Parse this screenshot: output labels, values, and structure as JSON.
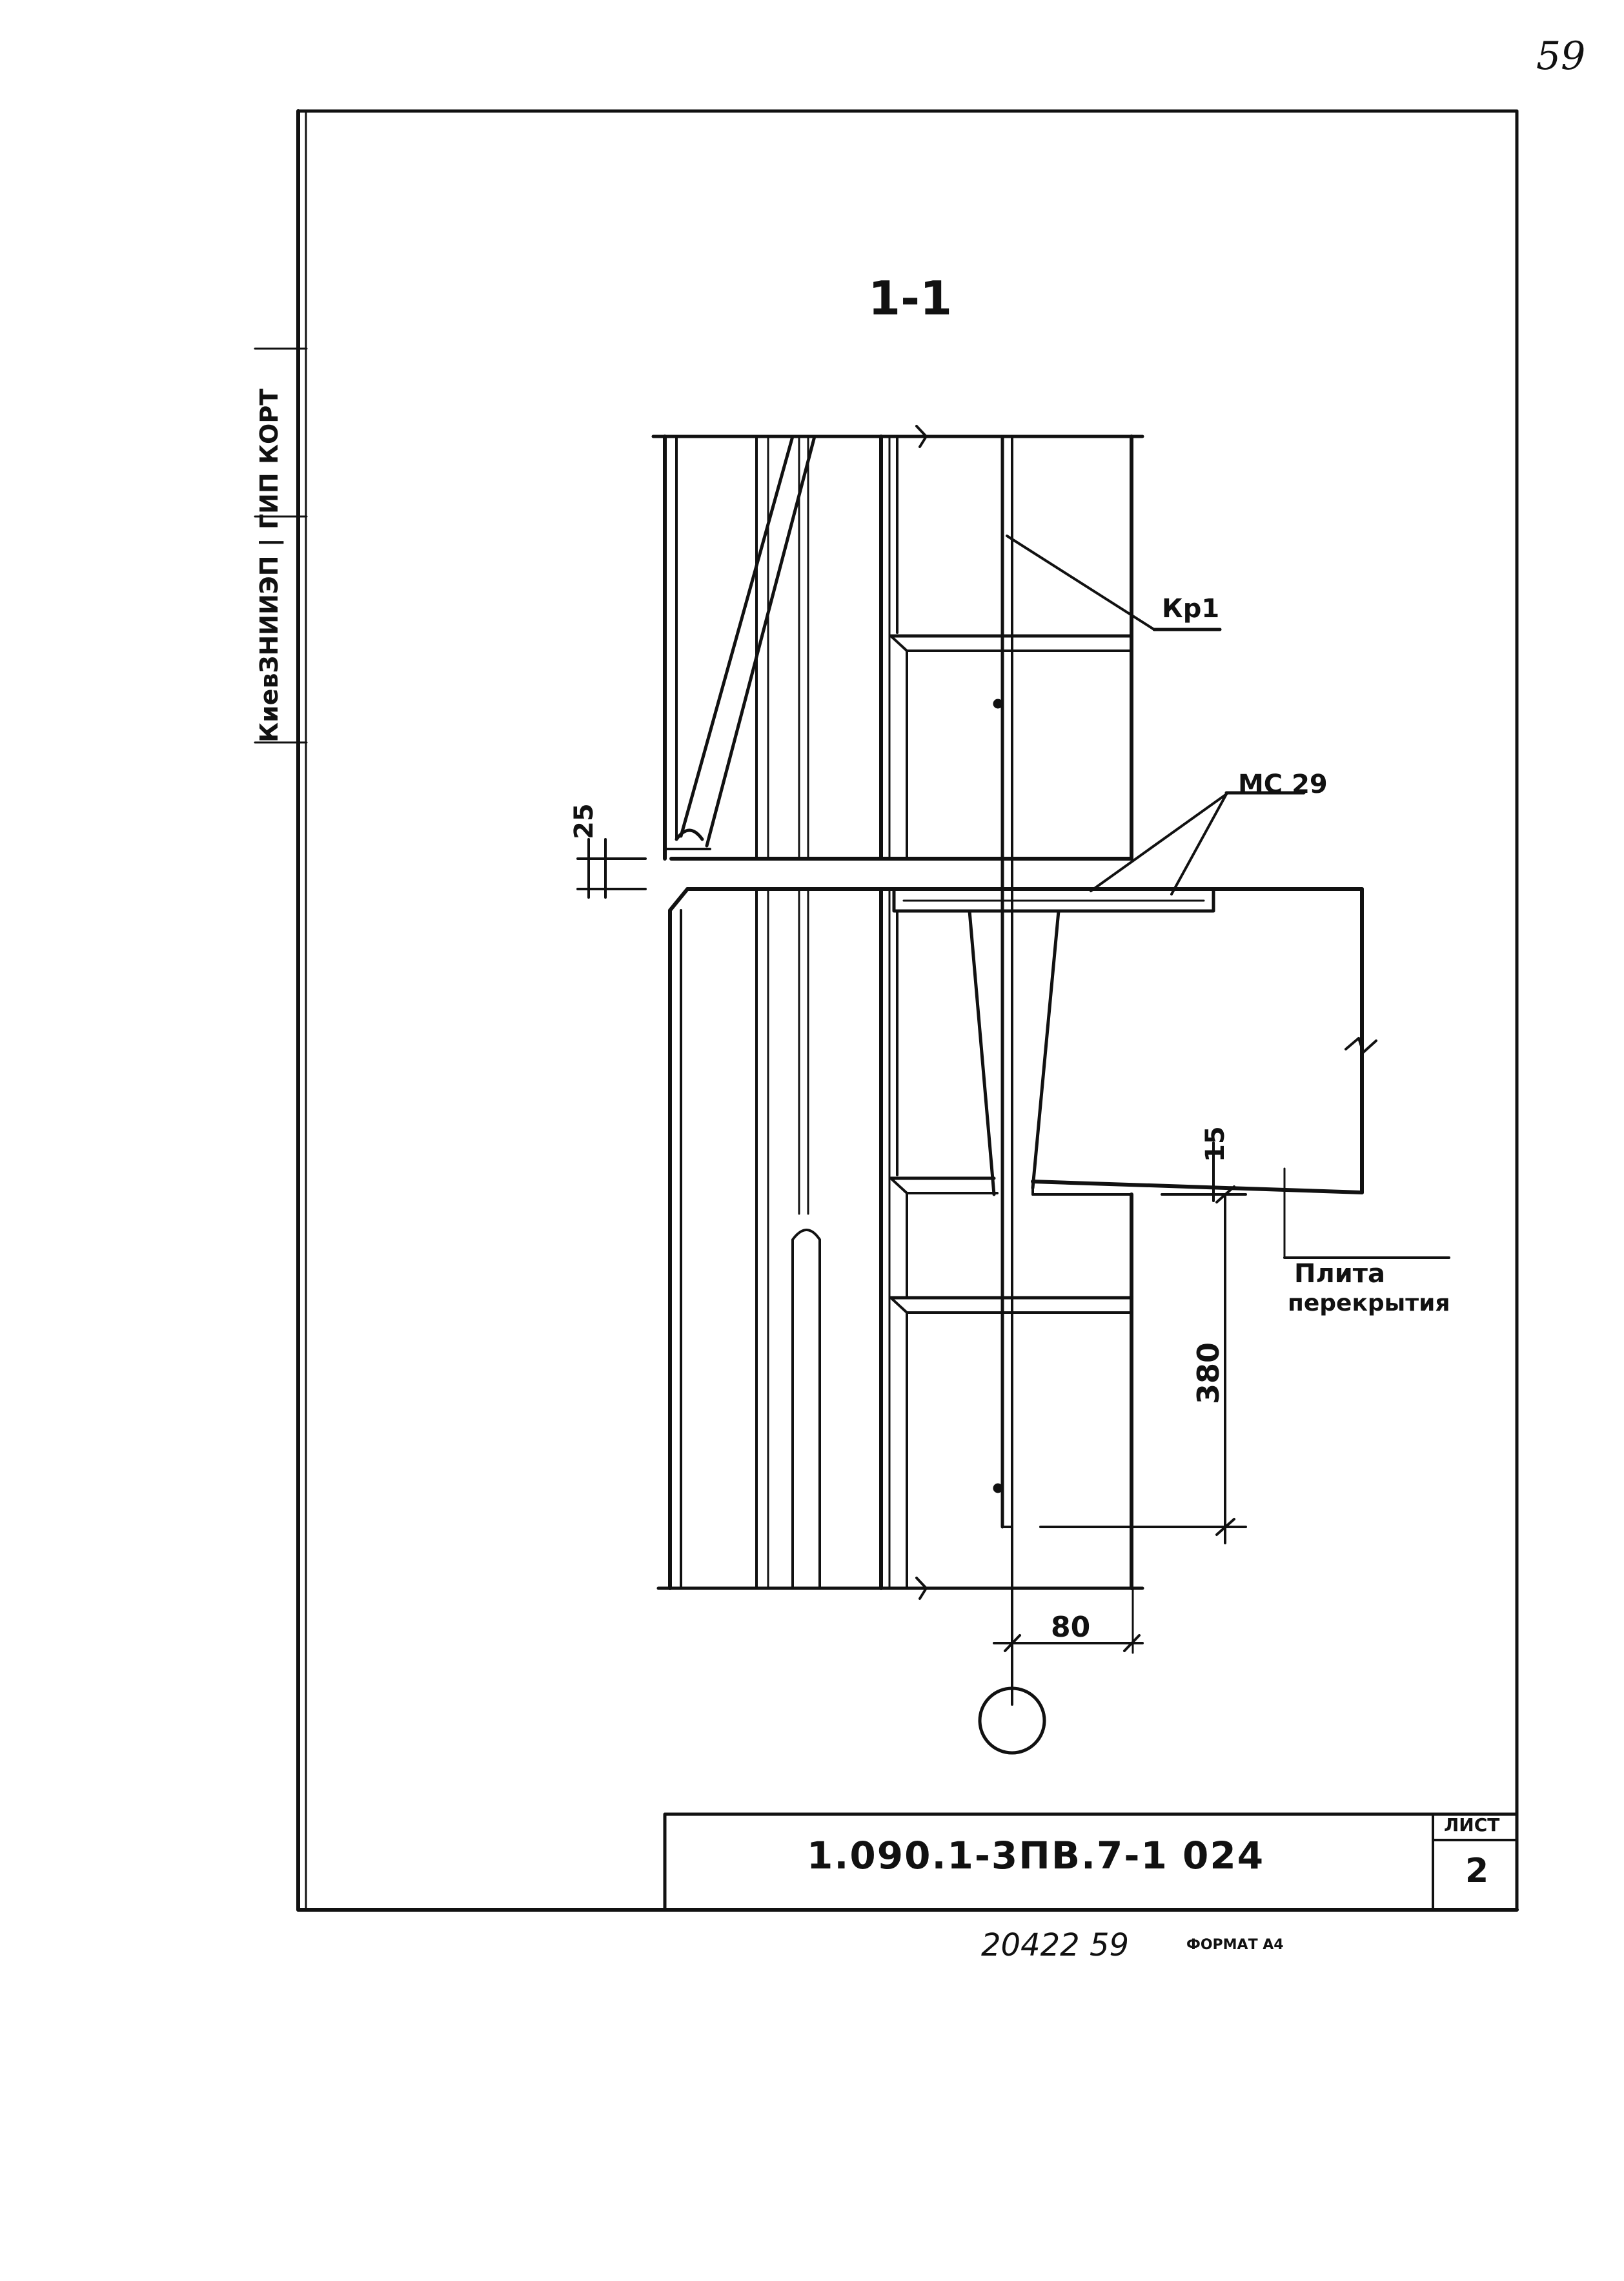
{
  "page_number": "59",
  "side_stamp": "КиевЗНИИЭП | ГИП КОРТ",
  "section_label": "1-1",
  "labels": {
    "kr": "Кр1",
    "mc": "МС 29",
    "plita_line1": "Плита",
    "plita_line2": "перекрытия"
  },
  "dimensions": {
    "gap": "25",
    "seat": "15",
    "anchor_depth": "380",
    "offset": "80"
  },
  "title_block": {
    "code": "1.090.1-3ПВ.7-1  024",
    "sheet_label": "ЛИСТ",
    "sheet_number": "2"
  },
  "stamp_number": "20422  59",
  "format_label": "ФОРМАТ А4"
}
